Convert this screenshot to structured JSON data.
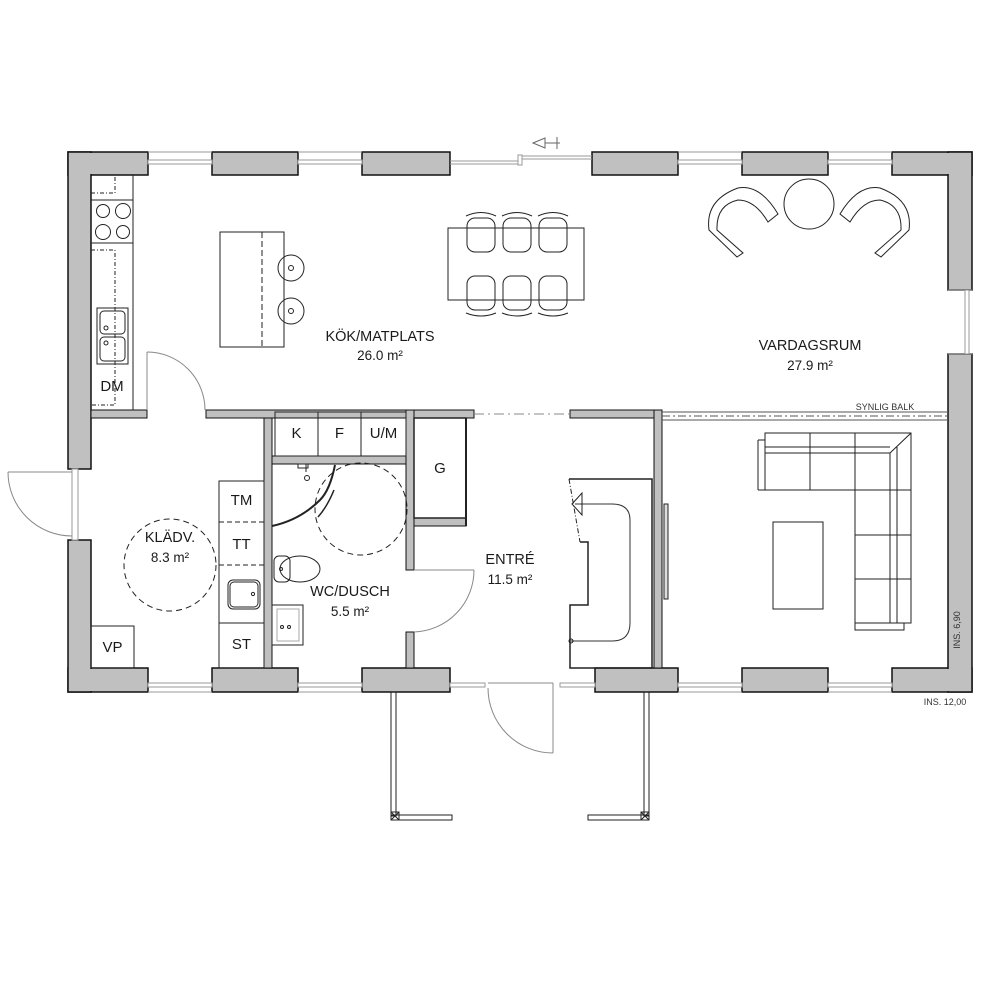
{
  "plan": {
    "colors": {
      "wall_fill": "#c0c0c0",
      "wall_stroke": "#111111",
      "line": "#222222",
      "window_line": "#999999",
      "background": "#ffffff"
    },
    "rooms": [
      {
        "id": "kok",
        "name": "KÖK/MATPLATS",
        "area": "26.0 m²"
      },
      {
        "id": "vardagsrum",
        "name": "VARDAGSRUM",
        "area": "27.9 m²"
      },
      {
        "id": "kladv",
        "name": "KLÄDV.",
        "area": "8.3 m²"
      },
      {
        "id": "wc",
        "name": "WC/DUSCH",
        "area": "5.5 m²"
      },
      {
        "id": "entre",
        "name": "ENTRÉ",
        "area": "11.5 m²"
      }
    ],
    "fixtures": {
      "dm": "DM",
      "k": "K",
      "f": "F",
      "um": "U/M",
      "g": "G",
      "tm": "TM",
      "tt": "TT",
      "st": "ST",
      "vp": "VP"
    },
    "annotations": {
      "beam": "SYNLIG BALK",
      "dim_width": "INS. 12,00",
      "dim_depth": "INS. 6,90"
    }
  }
}
